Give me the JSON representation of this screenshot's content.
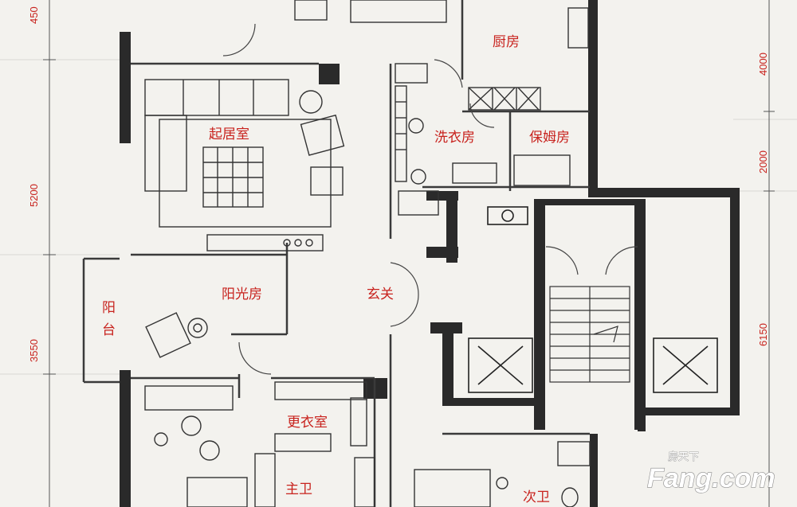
{
  "rooms": {
    "kitchen": "厨房",
    "living_room": "起居室",
    "laundry": "洗衣房",
    "nanny_room": "保姆房",
    "sunroom": "阳光房",
    "balcony": "阳台",
    "foyer": "玄关",
    "dressing_room": "更衣室",
    "master_bath": "主卫",
    "second_bath": "次卫"
  },
  "dimensions": {
    "left_top": "450",
    "left_mid": "5200",
    "left_bottom": "3550",
    "right_top": "4000",
    "right_mid": "2000",
    "right_bottom": "6150"
  },
  "watermark": {
    "brand": "Fang.com",
    "chinese": "房天下"
  },
  "colors": {
    "label_red": "#c8231e",
    "wall": "#2a2a2a",
    "paper": "#f3f2ee"
  }
}
